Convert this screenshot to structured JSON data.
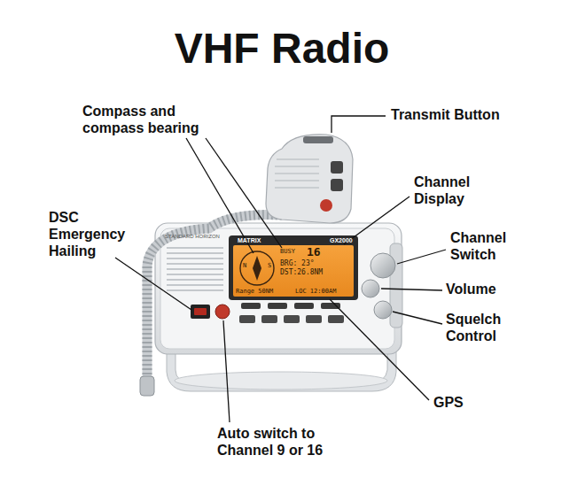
{
  "diagram": {
    "title": "VHF Radio",
    "labels": [
      "Compass and compass bearing",
      "Transmit Button",
      "Channel Display",
      "Channel Switch",
      "Volume",
      "Squelch Control",
      "GPS",
      "Auto switch to Channel 9 or 16",
      "DSC Emergency Hailing",
      "STANDARD HORIZON",
      "MATRIX",
      "GX2000",
      "BUSY",
      "16",
      "BRG: 23°",
      "DST:26.8NM",
      "Range 50NM",
      "LOC 12:00AM",
      "N",
      "S"
    ]
  }
}
